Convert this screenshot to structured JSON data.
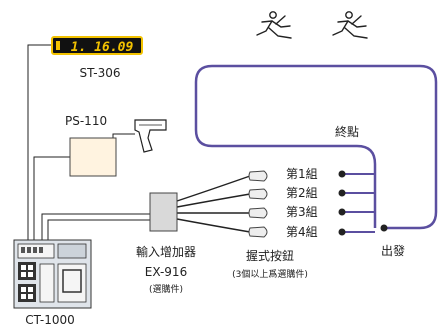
{
  "display": {
    "readout": "1. 16.09",
    "model": "ST-306"
  },
  "gun": {
    "model": "PS-110"
  },
  "controller": {
    "model": "CT-1000"
  },
  "expander": {
    "name": "輸入增加器",
    "model": "EX-916",
    "note": "(選購件)"
  },
  "buttons": {
    "title": "握式按鈕",
    "note": "(3個以上爲選購件)",
    "groups": [
      "第1組",
      "第2組",
      "第3組",
      "第4組"
    ]
  },
  "track": {
    "finish": "終點",
    "start": "出發"
  },
  "colors": {
    "track": "#5b4fa0",
    "display_bg": "#111111",
    "display_frame": "#f2c200",
    "digits": "#f2c200",
    "box_fill": "#fff3e0",
    "expander_fill": "#d9d9d9"
  },
  "icons": [
    "runner-icon",
    "runner-icon",
    "start-pistol-icon",
    "push-button-icon"
  ]
}
